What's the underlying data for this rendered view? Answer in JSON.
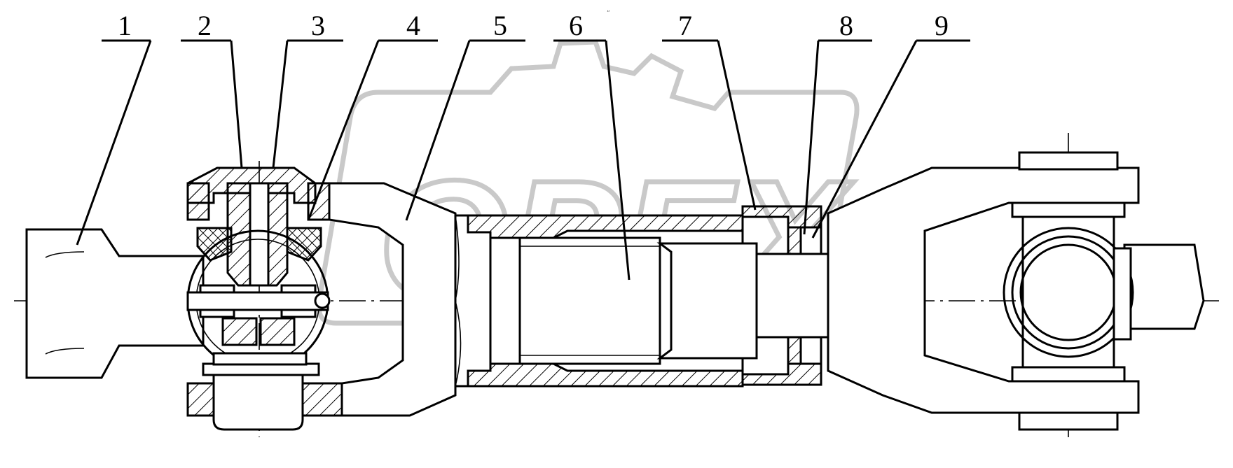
{
  "header_mark": "„ ",
  "watermark": {
    "text": "OPEX",
    "icon": "gear-logo-icon",
    "color": "#c9c9c9"
  },
  "callouts": [
    {
      "label": "1"
    },
    {
      "label": "2"
    },
    {
      "label": "3"
    },
    {
      "label": "4"
    },
    {
      "label": "5"
    },
    {
      "label": "6"
    },
    {
      "label": "7"
    },
    {
      "label": "8"
    },
    {
      "label": "9"
    }
  ],
  "colors": {
    "line": "#000000",
    "background": "#ffffff"
  }
}
